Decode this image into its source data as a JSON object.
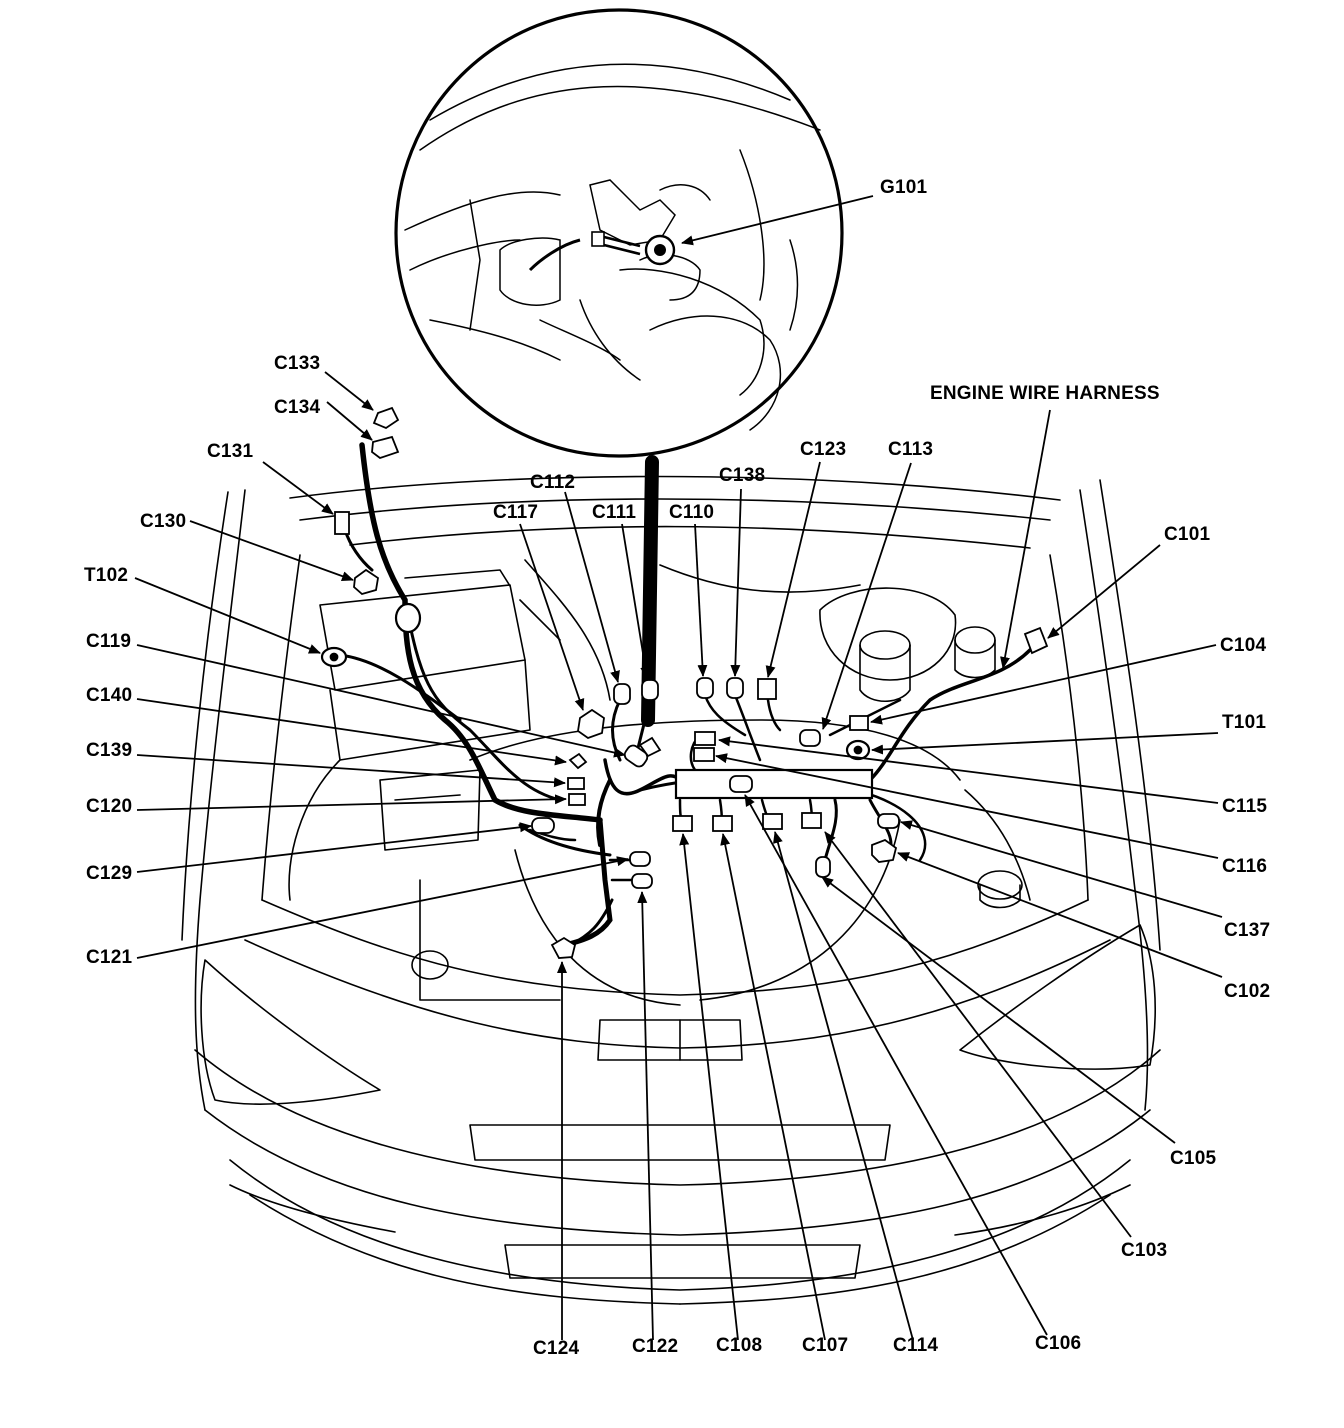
{
  "diagram": {
    "callouts": {
      "g101": "G101",
      "engine_wire_harness": "ENGINE WIRE HARNESS",
      "c133": "C133",
      "c134": "C134",
      "c131": "C131",
      "c130": "C130",
      "t102": "T102",
      "c119": "C119",
      "c140": "C140",
      "c139": "C139",
      "c120": "C120",
      "c129": "C129",
      "c121": "C121",
      "c124": "C124",
      "c122": "C122",
      "c108": "C108",
      "c107": "C107",
      "c114": "C114",
      "c106": "C106",
      "c103": "C103",
      "c105": "C105",
      "c102": "C102",
      "c137": "C137",
      "c116": "C116",
      "c115": "C115",
      "t101": "T101",
      "c104": "C104",
      "c101": "C101",
      "c113": "C113",
      "c123": "C123",
      "c138": "C138",
      "c110": "C110",
      "c111": "C111",
      "c112": "C112",
      "c117": "C117"
    },
    "colors": {
      "ink": "#000000",
      "paper": "#ffffff"
    }
  }
}
